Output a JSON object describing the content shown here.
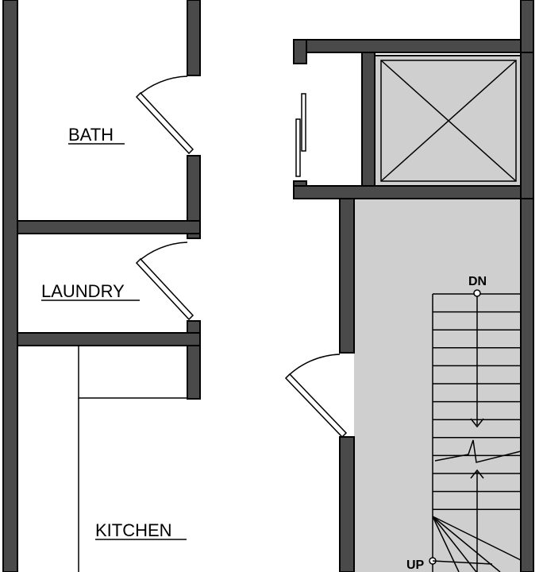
{
  "rooms": {
    "bath": "BATH",
    "laundry": "LAUNDRY",
    "kitchen": "KITCHEN"
  },
  "stairs": {
    "down": "DN",
    "up": "UP",
    "riser_count_shown": 13
  },
  "colors": {
    "wall_fill": "#4a4a4a",
    "stair_fill": "#cfcfcf",
    "background": "#ffffff"
  }
}
